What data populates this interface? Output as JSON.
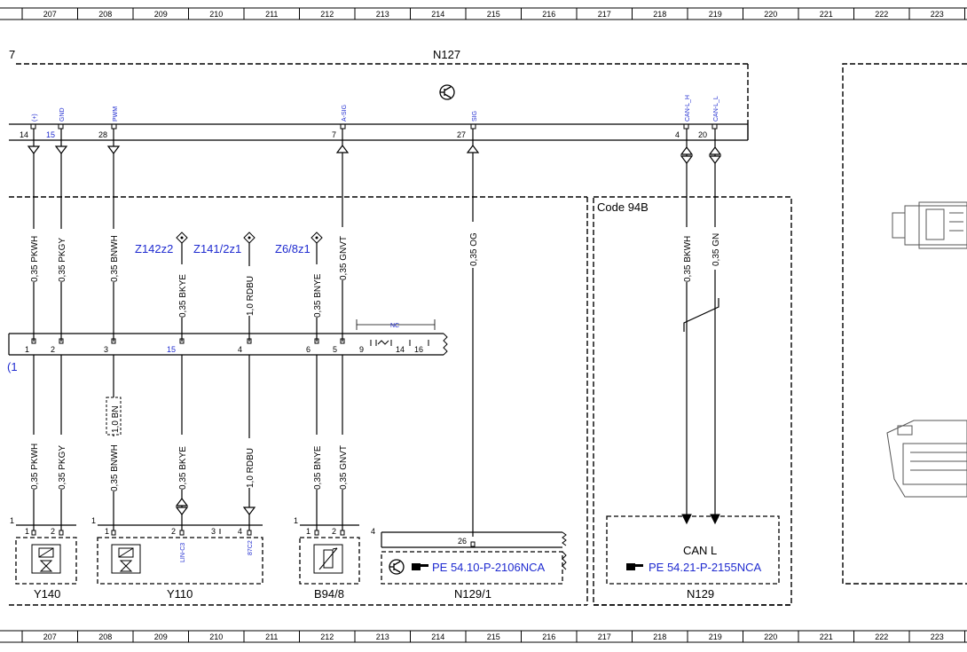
{
  "ruler": {
    "top": [
      "207",
      "208",
      "209",
      "210",
      "211",
      "212",
      "213",
      "214",
      "215",
      "216",
      "217",
      "218",
      "219",
      "220",
      "221",
      "222",
      "223"
    ],
    "bottom": [
      "207",
      "208",
      "209",
      "210",
      "211",
      "212",
      "213",
      "214",
      "215",
      "216",
      "217",
      "218",
      "219",
      "220",
      "221",
      "222",
      "223"
    ]
  },
  "n127": {
    "left_fragment": "7",
    "title": "N127",
    "pins": [
      {
        "num": "14",
        "sig": "(+)"
      },
      {
        "num": "15",
        "sig": "GND"
      },
      {
        "num": "28",
        "sig": "PWM"
      },
      {
        "num": "7",
        "sig": "A-SIG"
      },
      {
        "num": "27",
        "sig": "SIG"
      },
      {
        "num": "4",
        "sig": "CAN-L_H"
      },
      {
        "num": "20",
        "sig": "CAN-L_L"
      }
    ]
  },
  "code_box": {
    "label": "Code 94B"
  },
  "upper_wires": [
    "0,35 PKWH",
    "0,35 PKGY",
    "0,35 BNWH",
    "0,35 BKYE",
    "1,0 RDBU",
    "0,35 BNYE",
    "0,35 GNVT",
    "0,35 OG",
    "0,35 BKWH",
    "0,35 GN"
  ],
  "splices": [
    "Z142z2",
    "Z141/2z1",
    "Z6/8z1"
  ],
  "connector": {
    "left_fragment": "(1",
    "nc_label": "NC",
    "pins": [
      "1",
      "2",
      "3",
      "15",
      "4",
      "6",
      "5",
      "9",
      "14",
      "16"
    ]
  },
  "lower_wires": [
    "0,35 PKWH",
    "0,35 PKGY",
    "0,35 BNWH",
    "0,35 BKYE",
    "1,0 RDBU",
    "0,35 BNYE",
    "0,35 GNVT"
  ],
  "bn_label": "1,0 BN",
  "components": {
    "y140": {
      "name": "Y140",
      "corner": "1",
      "pins": [
        "1",
        "2"
      ]
    },
    "y110": {
      "name": "Y110",
      "corner": "1",
      "pins": [
        "1",
        "2",
        "3",
        "4"
      ],
      "sig1": "LIN-C3",
      "sig2": "87C2"
    },
    "b94": {
      "name": "B94/8",
      "corner": "1",
      "pins": [
        "1",
        "2"
      ]
    },
    "n129_1": {
      "name": "N129/1",
      "corner": "4",
      "pin": "26",
      "ref": "PE 54.10-P-2106NCA"
    },
    "n129": {
      "name": "N129",
      "text": "CAN L",
      "ref": "PE 54.21-P-2155NCA"
    }
  },
  "colors": {
    "blue": "#1f2bd0",
    "line": "#000000"
  },
  "icons": [
    "transistor-icon",
    "pointing-hand-icon",
    "solenoid-valve-icon",
    "sensor-icon"
  ]
}
